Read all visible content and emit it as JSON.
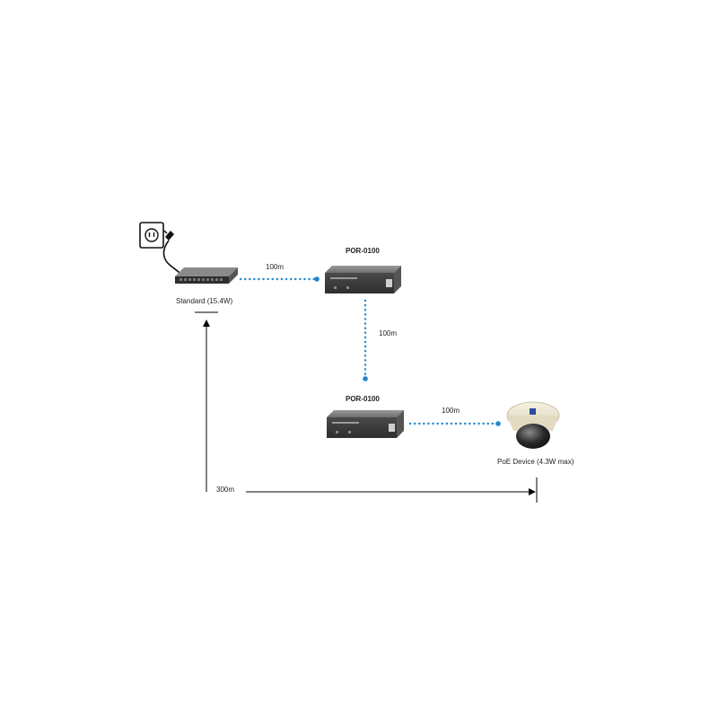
{
  "nodes": {
    "switch": {
      "label": "Standard (15.4W)"
    },
    "repeater_top": {
      "label": "POR-0100"
    },
    "repeater_bottom": {
      "label": "POR-0100"
    },
    "camera": {
      "label": "PoE Device (4.3W max)"
    }
  },
  "links": {
    "switch_to_repeater": {
      "label": "100m"
    },
    "repeater_to_repeater": {
      "label": "100m"
    },
    "repeater_to_camera": {
      "label": "100m"
    }
  },
  "total_distance": {
    "label": "300m"
  },
  "colors": {
    "link_dots": "#1f86d0",
    "device_body": "#707070",
    "device_face": "#3c3c3c",
    "line": "#000000",
    "camera_housing": "#efe9d4"
  },
  "icons": [
    "power-outlet-icon",
    "power-plug-icon",
    "poe-switch-icon",
    "poe-repeater-icon",
    "dome-camera-icon"
  ]
}
